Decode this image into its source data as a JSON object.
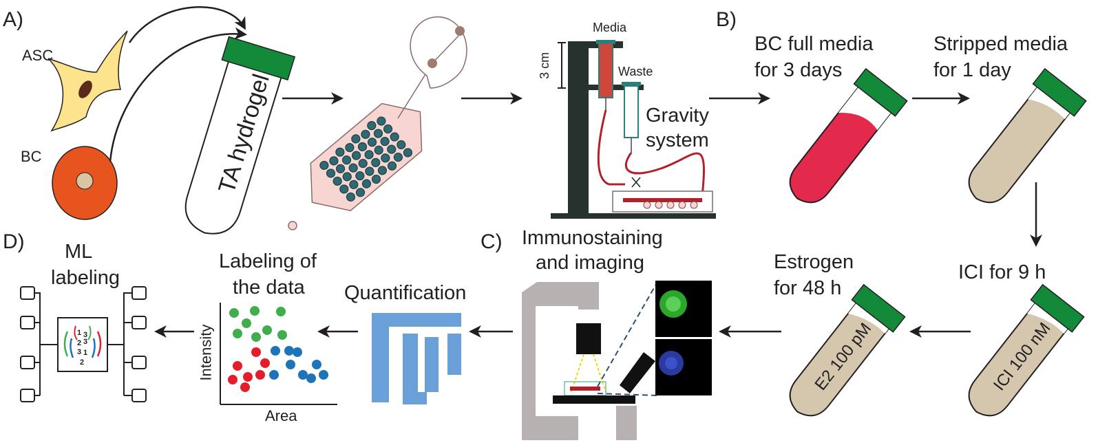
{
  "panels": {
    "a": "A)",
    "b": "B)",
    "c": "C)",
    "d": "D)"
  },
  "cells": {
    "asc": "ASC",
    "bc": "BC"
  },
  "tube_hydrogel": "TA hydrogel",
  "gravity": {
    "media": "Media",
    "waste": "Waste",
    "scale": "3 cm",
    "label_line1": "Gravity",
    "label_line2": "system"
  },
  "steps": {
    "full_media_l1": "BC full media",
    "full_media_l2": "for 3 days",
    "stripped_l1": "Stripped media",
    "stripped_l2": "for 1 day",
    "ici_l1": "ICI for 9 h",
    "ici_tube": "ICI 100 nM",
    "estrogen_l1": "Estrogen",
    "estrogen_l2": "for 48 h",
    "e2_tube": "E2 100 pM"
  },
  "imaging": {
    "l1": "Immunostaining",
    "l2": "and imaging"
  },
  "quantification": "Quantification",
  "labeling": {
    "l1": "Labeling of",
    "l2": "the data",
    "ylabel": "Intensity",
    "xlabel": "Area"
  },
  "ml": {
    "l1": "ML",
    "l2": "labeling"
  },
  "colors": {
    "cap_green": "#138a3a",
    "full_media": "#e42a4c",
    "stripped_media": "#d5c6ae",
    "bc_cell": "#e8541e",
    "asc_cell": "#fde48c",
    "chip": "#f7d6d2",
    "tubing": "#b3202a",
    "fiji_blue": "#6aa0d8",
    "dot_green": "#3fae4b",
    "dot_red": "#e31e2a",
    "dot_blue": "#1f73b7"
  }
}
